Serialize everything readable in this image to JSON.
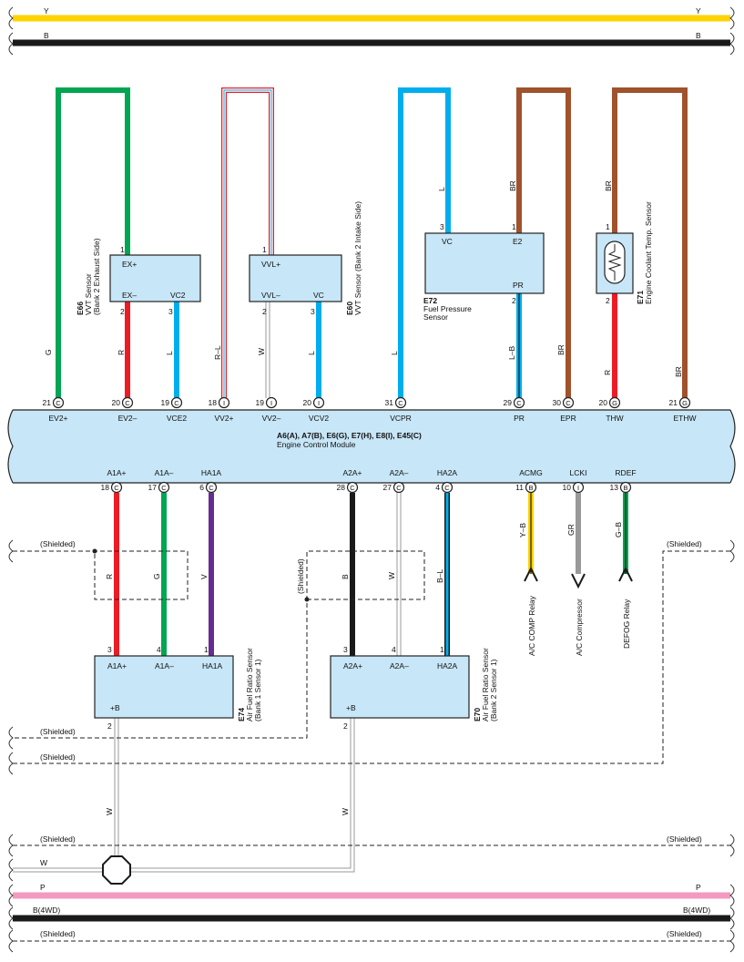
{
  "colors": {
    "Y": "#ffd200",
    "B": "#1a1a1a",
    "G": "#00a651",
    "R": "#ed1c24",
    "L": "#00aeef",
    "V": "#662d91",
    "BR": "#a0522d",
    "W": "#ffffff",
    "GR": "#999999",
    "P": "#f49ac1",
    "box": "#c7e6f7",
    "shield": "#222222"
  },
  "top_bus": [
    {
      "left_label": "Y",
      "right_label": "Y",
      "color": "Y"
    },
    {
      "left_label": "B",
      "right_label": "B",
      "color": "B"
    }
  ],
  "bottom_bus": {
    "shielded_labels": [
      "(Shielded)",
      "(Shielded)"
    ],
    "w_label": "W",
    "p": {
      "left_label": "P",
      "right_label": "P"
    },
    "b4wd": {
      "left_label": "B(4WD)",
      "right_label": "B(4WD)"
    },
    "shielded_last": "(Shielded)"
  },
  "ecm": {
    "title": "A6(A), A7(B), E6(G), E7(H), E8(I), E45(C)",
    "subtitle": "Engine Control Module",
    "top_pins": [
      {
        "num": "21",
        "conn": "C",
        "name": "EV2+"
      },
      {
        "num": "20",
        "conn": "C",
        "name": "EV2–"
      },
      {
        "num": "19",
        "conn": "C",
        "name": "VCE2"
      },
      {
        "num": "18",
        "conn": "I",
        "name": "VV2+"
      },
      {
        "num": "19",
        "conn": "I",
        "name": "VV2–"
      },
      {
        "num": "20",
        "conn": "I",
        "name": "VCV2"
      },
      {
        "num": "31",
        "conn": "C",
        "name": "VCPR"
      },
      {
        "num": "29",
        "conn": "C",
        "name": "PR"
      },
      {
        "num": "30",
        "conn": "C",
        "name": "EPR"
      },
      {
        "num": "20",
        "conn": "G",
        "name": "THW"
      },
      {
        "num": "21",
        "conn": "G",
        "name": "ETHW"
      }
    ],
    "bottom_pins": [
      {
        "num": "18",
        "conn": "C",
        "name": "A1A+"
      },
      {
        "num": "17",
        "conn": "C",
        "name": "A1A–"
      },
      {
        "num": "6",
        "conn": "C",
        "name": "HA1A"
      },
      {
        "num": "28",
        "conn": "C",
        "name": "A2A+"
      },
      {
        "num": "27",
        "conn": "C",
        "name": "A2A–"
      },
      {
        "num": "4",
        "conn": "C",
        "name": "HA2A"
      },
      {
        "num": "11",
        "conn": "B",
        "name": "ACMG"
      },
      {
        "num": "10",
        "conn": "I",
        "name": "LCKI"
      },
      {
        "num": "13",
        "conn": "B",
        "name": "RDEF"
      }
    ]
  },
  "components": {
    "e66": {
      "code": "E66",
      "name": "VVT Sensor",
      "desc": "(Bank 2 Exhaust Side)",
      "pins": [
        "EX+",
        "EX–",
        "VC2"
      ],
      "pin_nums": [
        "1",
        "2",
        "3"
      ]
    },
    "e60": {
      "code": "E60",
      "name": "VVT Sensor (Bank 2 Intake Side)",
      "pins": [
        "VVL+",
        "VVL–",
        "VC"
      ],
      "pin_nums": [
        "1",
        "2",
        "3"
      ]
    },
    "e72": {
      "code": "E72",
      "name": "Fuel Pressure",
      "name2": "Sensor",
      "pins": [
        "VC",
        "E2",
        "PR"
      ],
      "pin_nums": [
        "3",
        "1",
        "2"
      ]
    },
    "e71": {
      "code": "E71",
      "name": "Engine Coolant Temp.  Sensor",
      "pin_nums": [
        "1",
        "2"
      ]
    },
    "e74": {
      "code": "E74",
      "name": "Air Fuel Ratio Sensor",
      "desc": "(Bank 1 Sensor 1)",
      "pins": [
        "A1A+",
        "A1A–",
        "HA1A",
        "+B"
      ],
      "pin_nums": [
        "3",
        "4",
        "1",
        "2"
      ]
    },
    "e70": {
      "code": "E70",
      "name": "Air Fuel Ratio Sensor",
      "desc": "(Bank 2 Sensor 1)",
      "pins": [
        "A2A+",
        "A2A–",
        "HA2A",
        "+B"
      ],
      "pin_nums": [
        "3",
        "4",
        "1",
        "2"
      ]
    }
  },
  "wire_labels": {
    "e66_g": "G",
    "e66_r": "R",
    "e66_l": "L",
    "e60_rl": "R–L",
    "e60_w": "W",
    "e60_l": "L",
    "e72_l_top": "L",
    "e72_l_bot": "L",
    "e72_br": "BR",
    "e72_lb": "L–B",
    "e72_br2": "BR",
    "e71_br": "BR",
    "e71_r": "R",
    "ethw_br": "BR",
    "a1_r": "R",
    "a1_g": "G",
    "a1_v": "V",
    "a2_b": "B",
    "a2_w": "W",
    "a2_bl": "B–L",
    "acmg": "Y–B",
    "lcki": "GR",
    "rdef": "G–B",
    "e74_w": "W",
    "e70_w": "W"
  },
  "shield_labels": {
    "left_top": "(Shielded)",
    "right_top": "(Shielded)",
    "mid": "(Shielded)",
    "left_bot1": "(Shielded)",
    "left_bot2": "(Shielded)"
  },
  "relays": {
    "acmg": "A/C COMP Relay",
    "lcki": "A/C Compressor",
    "rdef": "DEFOG Relay"
  }
}
